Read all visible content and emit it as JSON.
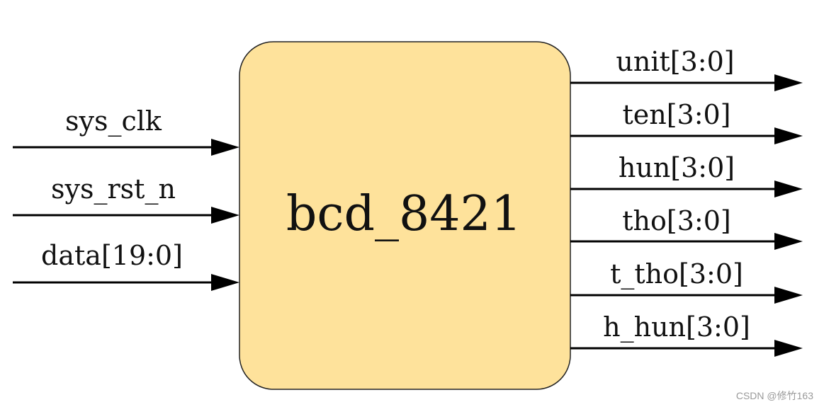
{
  "block": {
    "name": "bcd_8421",
    "fill_color": "#fee29b",
    "stroke_color": "#222222"
  },
  "inputs": [
    {
      "label": "sys_clk"
    },
    {
      "label": "sys_rst_n"
    },
    {
      "label": "data[19:0]"
    }
  ],
  "outputs": [
    {
      "label": "unit[3:0]"
    },
    {
      "label": "ten[3:0]"
    },
    {
      "label": "hun[3:0]"
    },
    {
      "label": "tho[3:0]"
    },
    {
      "label": "t_tho[3:0]"
    },
    {
      "label": "h_hun[3:0]"
    }
  ],
  "watermark": "CSDN @修竹163"
}
